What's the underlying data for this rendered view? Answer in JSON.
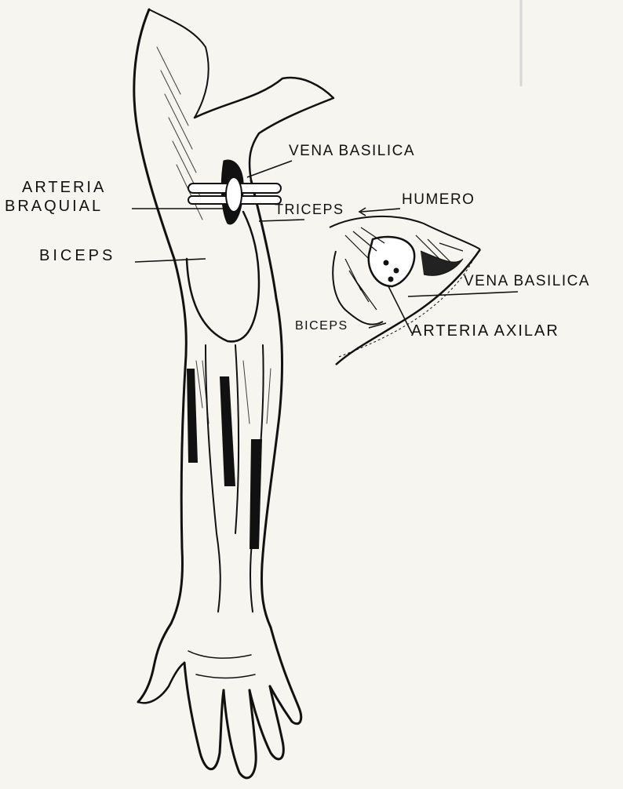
{
  "figure": {
    "labels": {
      "vena_basilica_top": "VENA BASILICA",
      "arteria_braquial_line1": "ARTERIA",
      "arteria_braquial_line2": "BRAQUIAL",
      "triceps": "TRICEPS",
      "humero": "HUMERO",
      "biceps_main": "BICEPS",
      "vena_basilica_section": "VENA BASILICA",
      "biceps_section": "BICEPS",
      "arteria_axilar": "ARTERIA AXILAR"
    },
    "colors": {
      "ink": "#111111",
      "paper": "#f7f5f0"
    }
  }
}
